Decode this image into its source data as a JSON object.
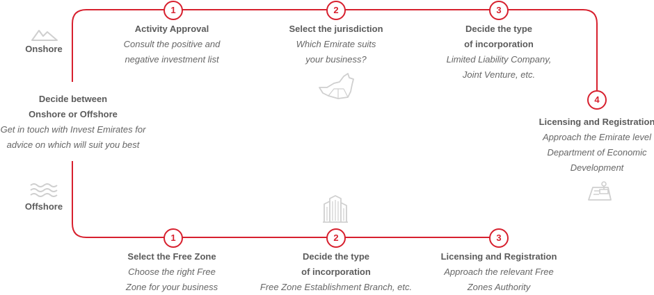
{
  "colors": {
    "accent": "#d7202e",
    "text": "#5b5b5b",
    "icon": "#cfcfcf"
  },
  "onshore_label": "Onshore",
  "offshore_label": "Offshore",
  "center": {
    "title_1": "Decide between",
    "title_2": "Onshore or Offshore",
    "desc_1": "Get in touch with Invest Emirates for",
    "desc_2": "advice on which will suit you best"
  },
  "onshore_steps": [
    {
      "num": "1",
      "title_1": "Activity Approval",
      "title_2": "",
      "desc_1": "Consult the positive and",
      "desc_2": "negative investment list",
      "desc_3": ""
    },
    {
      "num": "2",
      "title_1": "Select the jurisdiction",
      "title_2": "",
      "desc_1": "Which Emirate suits",
      "desc_2": "your business?",
      "desc_3": ""
    },
    {
      "num": "3",
      "title_1": "Decide the type",
      "title_2": "of incorporation",
      "desc_1": "Limited Liability Company,",
      "desc_2": "Joint Venture, etc.",
      "desc_3": ""
    },
    {
      "num": "4",
      "title_1": "Licensing and Registration",
      "title_2": "",
      "desc_1": "Approach the Emirate level",
      "desc_2": "Department of Economic",
      "desc_3": "Development"
    }
  ],
  "offshore_steps": [
    {
      "num": "1",
      "title_1": "Select the Free Zone",
      "title_2": "",
      "desc_1": "Choose the right Free",
      "desc_2": "Zone for your business"
    },
    {
      "num": "2",
      "title_1": "Decide the type",
      "title_2": "of incorporation",
      "desc_1": "Free Zone Establishment Branch, etc.",
      "desc_2": ""
    },
    {
      "num": "3",
      "title_1": "Licensing and Registration",
      "title_2": "",
      "desc_1": "Approach the relevant Free",
      "desc_2": "Zones Authority"
    }
  ],
  "icons": {
    "onshore": "mountain-icon",
    "offshore": "waves-icon",
    "map": "uae-map-icon",
    "building": "building-icon",
    "license": "license-stamp-icon"
  }
}
